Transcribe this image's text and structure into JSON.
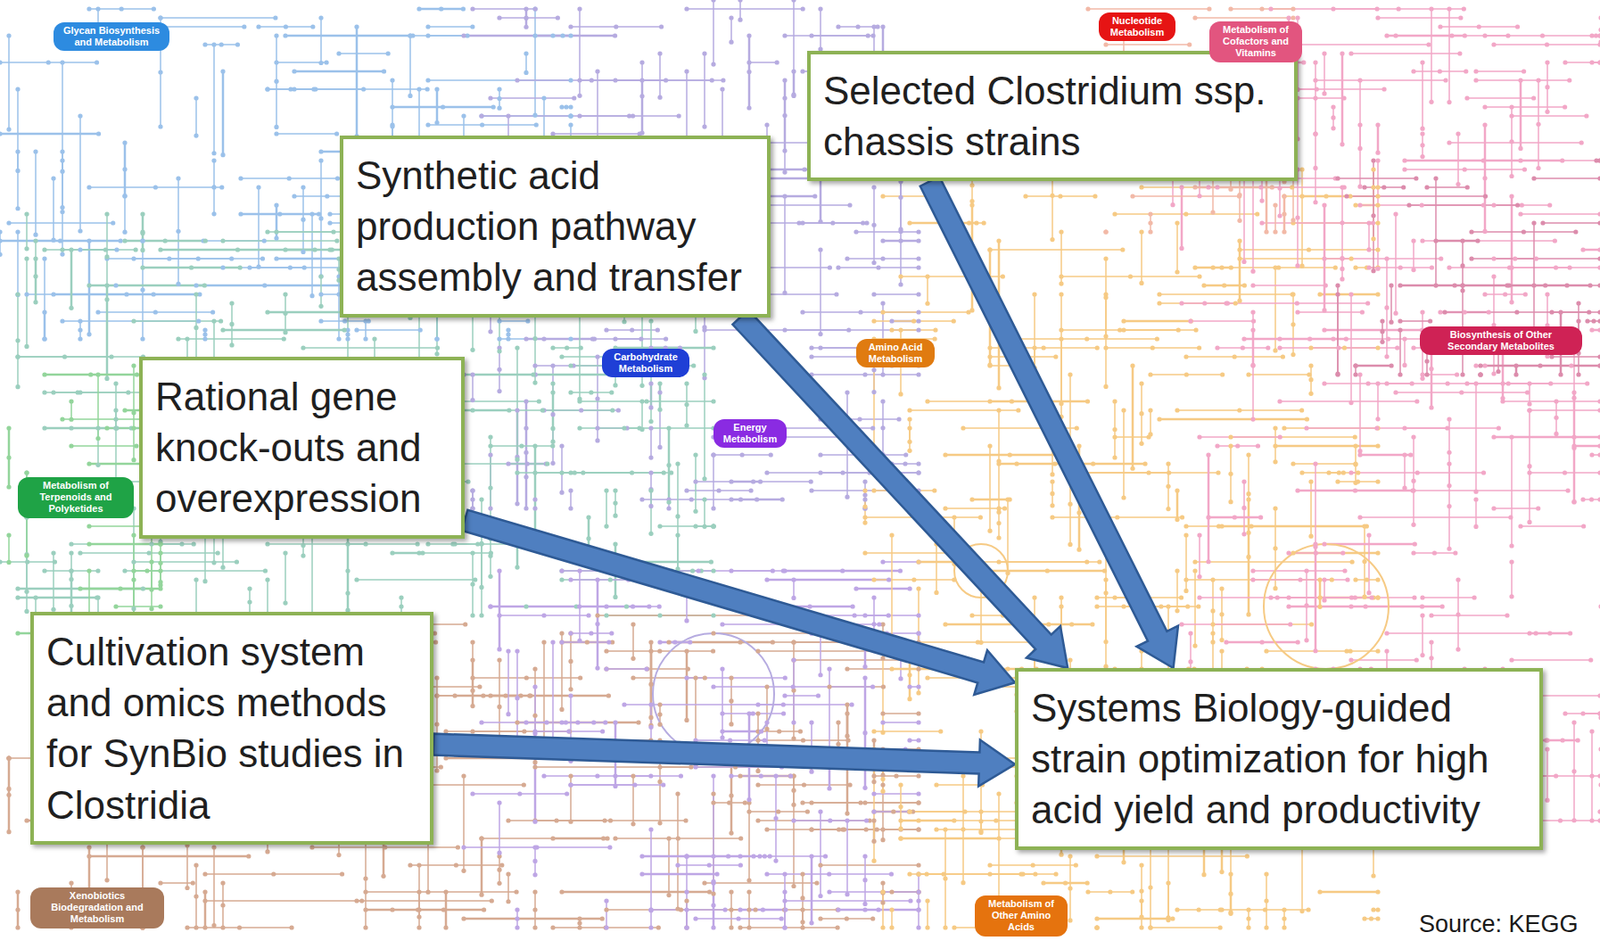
{
  "diagram": {
    "nodes": [
      {
        "text": [
          "Selected Clostridium ssp. chassis strains"
        ]
      },
      {
        "text": [
          "Synthetic acid production pathway assembly and transfer"
        ]
      },
      {
        "text": [
          "Rational gene knock-outs and overexpression"
        ]
      },
      {
        "text": [
          "Cultivation system and omics methods for SynBio studies in Clostridia"
        ]
      },
      {
        "text": [
          "Systems Biology-guided strain optimization for high acid yield and productivity"
        ]
      },
      {
        "text": [
          "Glycan Biosynthesis and Metabolism"
        ]
      },
      {
        "text": [
          "Nucleotide Metabolism"
        ]
      },
      {
        "text": [
          "Metabolism of Cofactors and Vitamins"
        ]
      },
      {
        "text": [
          "Carbohydrate Metabolism"
        ]
      },
      {
        "text": [
          "Amino Acid Metabolism"
        ]
      },
      {
        "text": [
          "Energy Metabolism"
        ]
      },
      {
        "text": [
          "Metabolism of Terpenoids and Polyketides"
        ]
      },
      {
        "text": [
          "Biosynthesis of Other Secondary Metabolites"
        ]
      },
      {
        "text": [
          "Xenobiotics Biodegradation and Metabolism"
        ]
      },
      {
        "text": [
          "Metabolism of Other Amino Acids"
        ]
      }
    ],
    "edges": [
      {
        "from": 0,
        "to": 4,
        "arrow": "to"
      },
      {
        "from": 1,
        "to": 4,
        "arrow": "to"
      },
      {
        "from": 2,
        "to": 4,
        "arrow": "to"
      },
      {
        "from": 3,
        "to": 4,
        "arrow": "to"
      }
    ],
    "labels": [
      "Source: KEGG"
    ]
  }
}
